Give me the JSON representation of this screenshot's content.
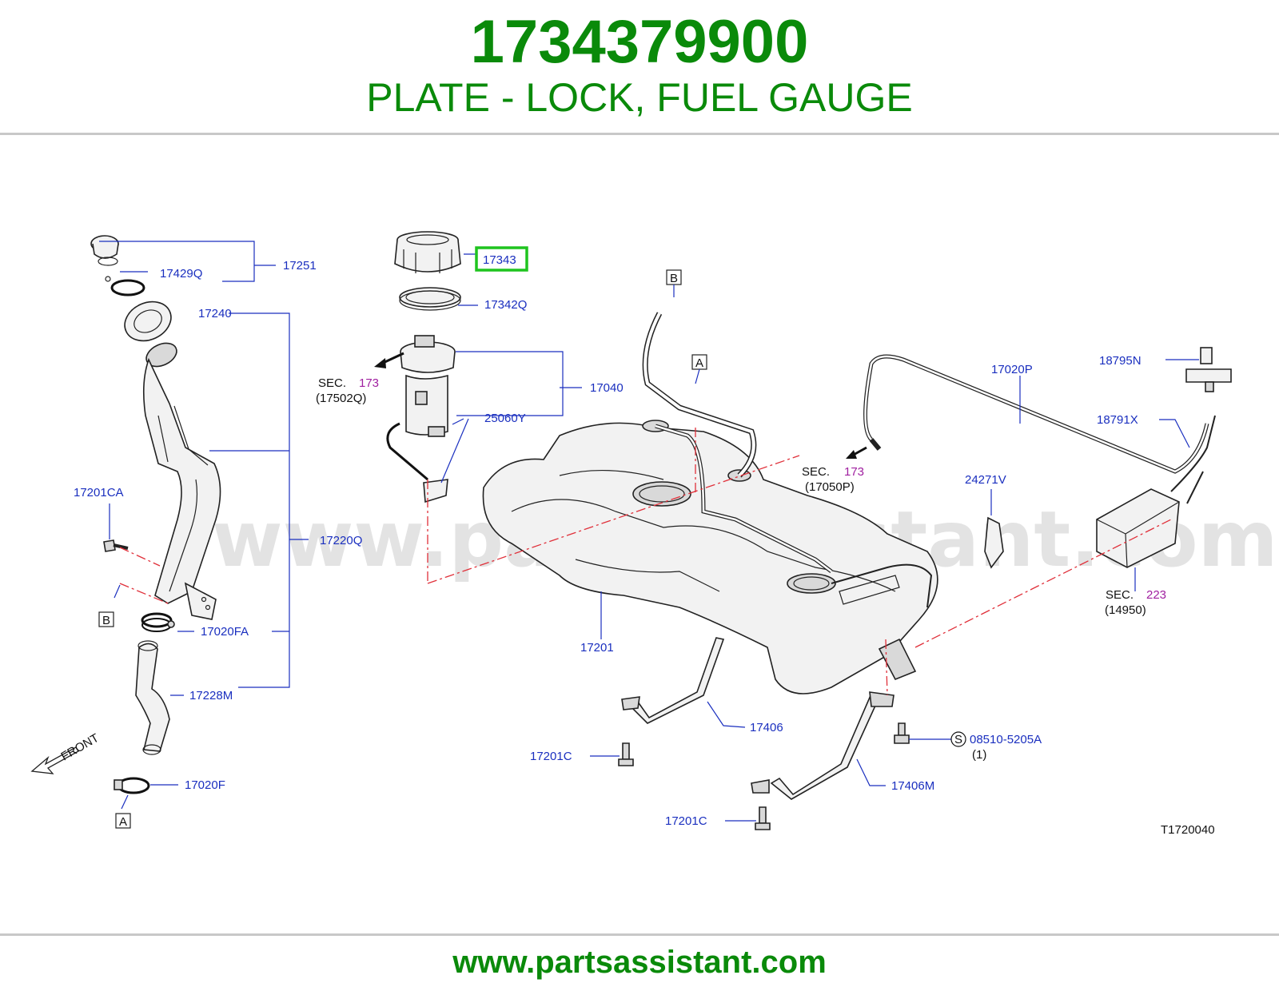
{
  "header": {
    "part_number": "1734379900",
    "part_name": "PLATE - LOCK, FUEL GAUGE"
  },
  "footer": {
    "url": "www.partsassistant.com"
  },
  "diagram": {
    "watermark": "www.partsassistant.com",
    "code": "T1720040",
    "highlighted_part": "17343",
    "callouts": {
      "c17251": "17251",
      "c17429Q": "17429Q",
      "c17240": "17240",
      "c17201CA": "17201CA",
      "c17220Q": "17220Q",
      "c17020FA": "17020FA",
      "c17228M": "17228M",
      "c17020F": "17020F",
      "c17343": "17343",
      "c17342Q": "17342Q",
      "c17040": "17040",
      "c25060Y": "25060Y",
      "c17201": "17201",
      "c17406": "17406",
      "c17201C_a": "17201C",
      "c17201C_b": "17201C",
      "c17406M": "17406M",
      "c08510": "08510-5205A",
      "c08510_qty": "(1)",
      "c17020P": "17020P",
      "c24271V": "24271V",
      "c18795N": "18795N",
      "c18791X": "18791X"
    },
    "sec_refs": {
      "sec1_label": "SEC.",
      "sec1_num": "173",
      "sec1_part": "(17502Q)",
      "sec2_label": "SEC.",
      "sec2_num": "173",
      "sec2_part": "(17050P)",
      "sec3_label": "SEC.",
      "sec3_num": "223",
      "sec3_part": "(14950)"
    },
    "markers": {
      "a": "A",
      "b": "B",
      "s": "S",
      "front": "FRONT"
    }
  },
  "colors": {
    "brand_green": "#0a8a0a",
    "callout_blue": "#1a2fbf",
    "section_magenta": "#a020a0",
    "highlight_green": "#1fc41f",
    "centerline_red": "#e0303a"
  }
}
